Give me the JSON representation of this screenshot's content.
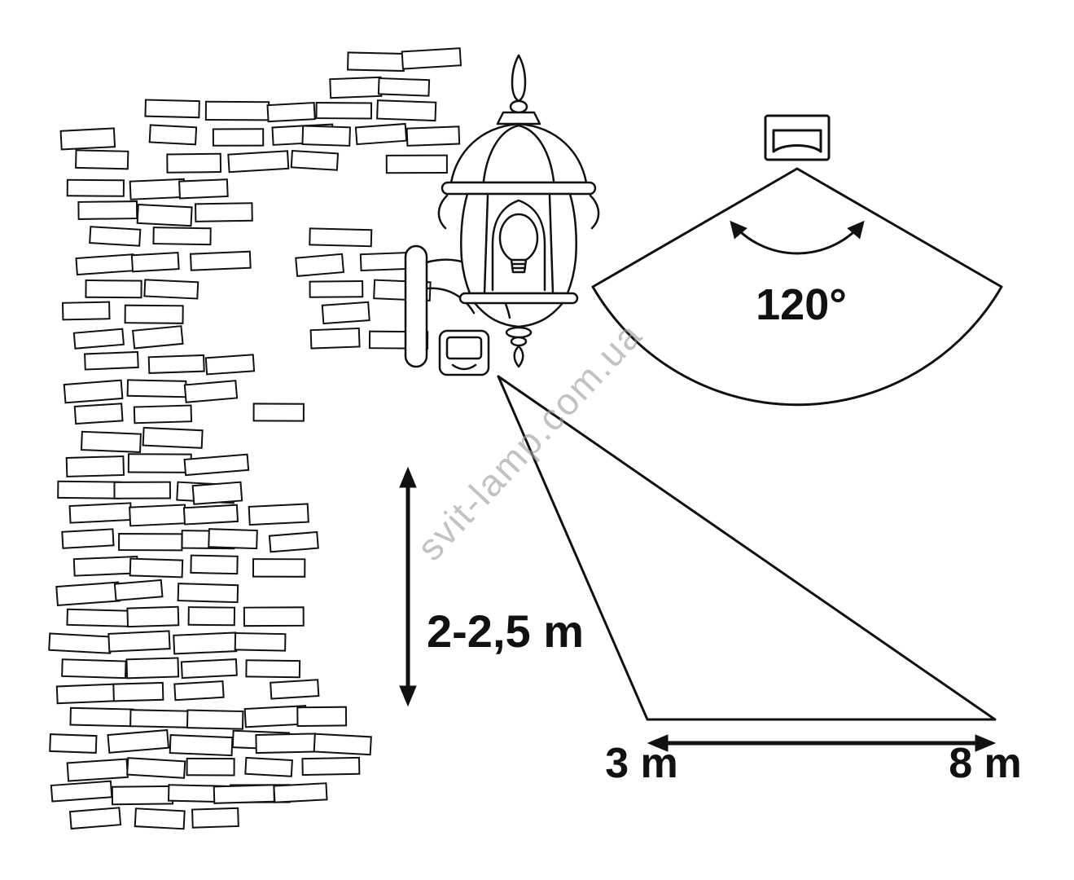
{
  "diagram": {
    "labels": {
      "mounting_height": "2-2,5 m",
      "detection_angle": "120°",
      "distance_min": "3 m",
      "distance_max": "8 m"
    },
    "watermark": "svit-lamp.com.ua",
    "colors": {
      "line": "#111111",
      "watermark": "#9b9b9b",
      "background": "#ffffff"
    },
    "icons": {
      "lamp": "wall-lantern-with-sensor-icon",
      "sensor": "motion-sensor-icon"
    }
  }
}
